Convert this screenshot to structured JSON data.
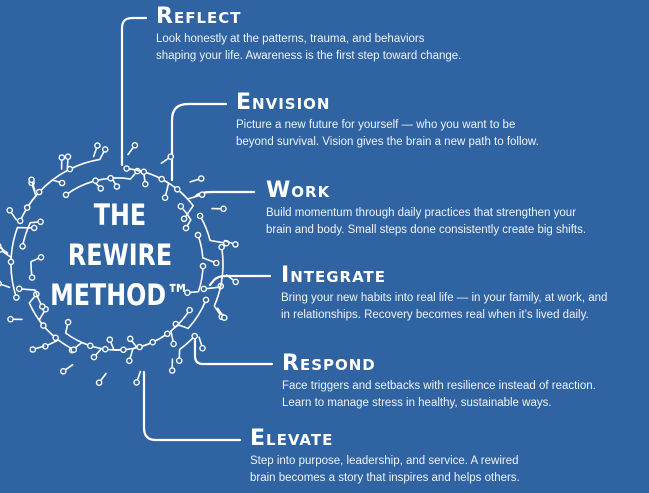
{
  "center": {
    "line1": "THE",
    "line2": "REWIRE",
    "line3": "METHOD™"
  },
  "steps": [
    {
      "id": "reflect",
      "first": "R",
      "rest": "eflect",
      "line1": "Look honestly at the patterns, trauma, and behaviors",
      "line2": "shaping your life. Awareness is the first step toward change."
    },
    {
      "id": "envision",
      "first": "E",
      "rest": "nvision",
      "line1": "Picture a new future for yourself — who you want to be",
      "line2": "beyond survival. Vision gives the brain a new path to follow."
    },
    {
      "id": "work",
      "first": "W",
      "rest": "ork",
      "line1": "Build momentum through daily practices that strengthen your",
      "line2": "brain and body. Small steps done consistently create big shifts."
    },
    {
      "id": "integrate",
      "first": "I",
      "rest": "ntegrate",
      "line1": "Bring your new habits into real life — in your family, at work, and",
      "line2": "in relationships. Recovery becomes real when it’s lived daily."
    },
    {
      "id": "respond",
      "first": "R",
      "rest": "espond",
      "line1": "Face triggers and setbacks with resilience instead of reaction.",
      "line2": "Learn to manage stress in healthy, sustainable ways."
    },
    {
      "id": "elevate",
      "first": "E",
      "rest": "levate",
      "line1": "Step into purpose, leadership, and service. A rewired",
      "line2": "brain becomes a story that inspires and helps others."
    }
  ],
  "colors": {
    "background": "#2f63a2",
    "foreground": "#ffffff"
  }
}
